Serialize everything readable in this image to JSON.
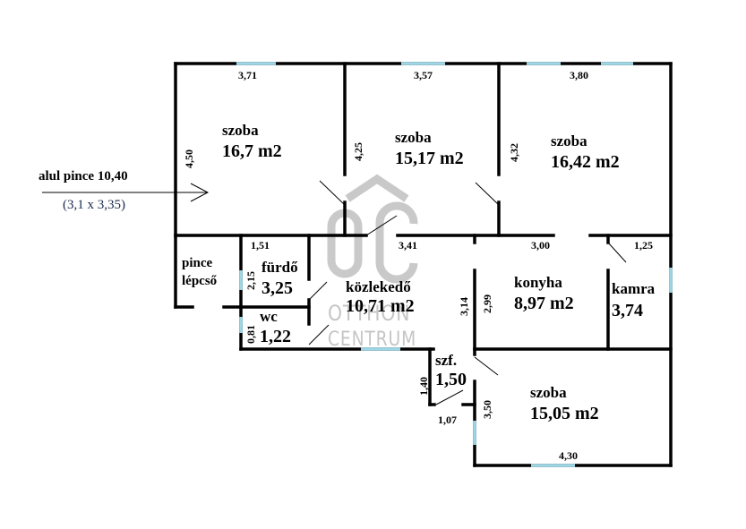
{
  "plan": {
    "title": "floor plan",
    "rooms": [
      {
        "id": "szoba1",
        "name": "szoba",
        "area": "16,7 m2"
      },
      {
        "id": "szoba2",
        "name": "szoba",
        "area": "15,17 m2"
      },
      {
        "id": "szoba3",
        "name": "szoba",
        "area": "16,42 m2"
      },
      {
        "id": "pince_lepcso",
        "name": "pince",
        "name2": "lépcső"
      },
      {
        "id": "furdo",
        "name": "fürdő",
        "area": "3,25"
      },
      {
        "id": "wc",
        "name": "wc",
        "area": "1,22"
      },
      {
        "id": "kozlekedo",
        "name": "közlekedő",
        "area": "10,71 m2"
      },
      {
        "id": "konyha",
        "name": "konyha",
        "area": "8,97 m2"
      },
      {
        "id": "kamra",
        "name": "kamra",
        "area": "3,74"
      },
      {
        "id": "szf",
        "name": "szf.",
        "area": "1,50"
      },
      {
        "id": "szoba4",
        "name": "szoba",
        "area": "15,05 m2"
      }
    ],
    "dimensions": {
      "szoba1_width": "3,71",
      "szoba1_depth": "4,50",
      "szoba2_width": "3,57",
      "szoba2_depth": "4,25",
      "szoba3_width": "3,80",
      "szoba3_depth": "4,32",
      "furdo_width": "1,51",
      "furdo_depth": "2,15",
      "wc_depth": "0,81",
      "kozlekedo_width": "3,41",
      "kozlekedo_depth": "3,14",
      "konyha_width": "3,00",
      "konyha_depth": "2,99",
      "kamra_width": "1,25",
      "szf_depth": "1,40",
      "szf_width": "1,07",
      "szoba4_depth": "3,50",
      "szoba4_width": "4,30"
    },
    "basement_note": {
      "label": "alul pince 10,40",
      "size": "(3,1 x 3,35)"
    },
    "watermark": {
      "logo": "OC",
      "line1": "OTTHON",
      "line2": "CENTRUM"
    },
    "colors": {
      "wall": "#000000",
      "window": "#9fd6e6",
      "watermark": "#969696"
    }
  }
}
